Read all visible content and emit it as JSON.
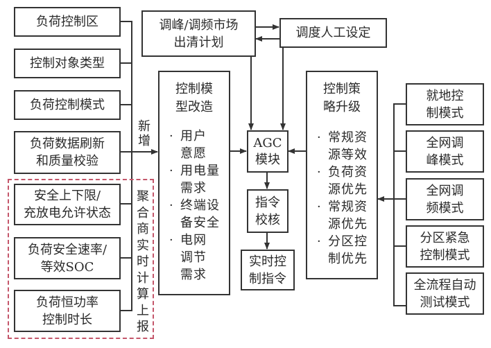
{
  "left_inputs": [
    {
      "lines": [
        "负荷控制区"
      ]
    },
    {
      "lines": [
        "控制对象类型"
      ]
    },
    {
      "lines": [
        "负荷控制模式"
      ]
    },
    {
      "lines": [
        "负荷数据刷新",
        "和质量校验"
      ]
    }
  ],
  "aggregator_inputs": [
    {
      "lines": [
        "安全上下限/",
        "充放电允许状态"
      ]
    },
    {
      "lines": [
        "负荷安全速率/",
        "等效SOC"
      ]
    },
    {
      "lines": [
        "负荷恒功率",
        "控制时长"
      ]
    }
  ],
  "labels": {
    "new_added": [
      "新",
      "增"
    ],
    "aggregator_report": [
      "聚",
      "合",
      "商",
      "实",
      "时",
      "计",
      "算",
      "上",
      "报"
    ]
  },
  "top_boxes": {
    "market_plan": [
      "调峰/调频市场",
      "出清计划"
    ],
    "dispatch_manual": [
      "调度人工设定"
    ]
  },
  "model_panel": {
    "title": [
      "控制模",
      "型改造"
    ],
    "bullet": "·",
    "items": [
      [
        "用户",
        "意愿"
      ],
      [
        "用电量",
        "需求"
      ],
      [
        "终端设",
        "备安全"
      ],
      [
        "电网",
        "调节",
        "需求"
      ]
    ]
  },
  "center_chain": {
    "agc": [
      "AGC",
      "模块"
    ],
    "check": [
      "指令",
      "校核"
    ],
    "output": [
      "实时控",
      "制指令"
    ]
  },
  "strategy_panel": {
    "title": [
      "控制策",
      "略升级"
    ],
    "bullet": "·",
    "items": [
      [
        "常规资",
        "源等效"
      ],
      [
        "负荷资",
        "源优先"
      ],
      [
        "常规资",
        "源优先"
      ],
      [
        "分区控",
        "制优先"
      ]
    ]
  },
  "right_modes": [
    {
      "lines": [
        "就地控",
        "制模式"
      ]
    },
    {
      "lines": [
        "全网调",
        "峰模式"
      ]
    },
    {
      "lines": [
        "全网调",
        "频模式"
      ]
    },
    {
      "lines": [
        "分区紧急",
        "控制模式"
      ]
    },
    {
      "lines": [
        "全流程自动",
        "测试模式"
      ]
    }
  ],
  "colors": {
    "line": "#333333",
    "dashed_border": "#c4566a",
    "text": "#2a2a2a"
  }
}
